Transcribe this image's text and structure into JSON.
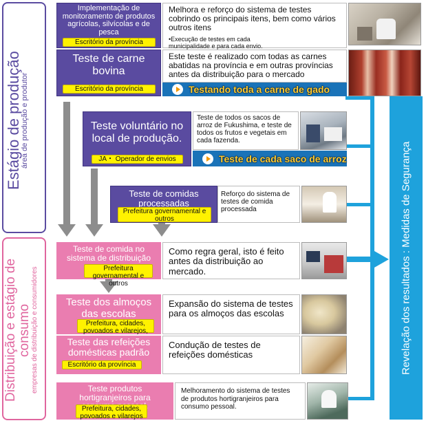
{
  "stages": {
    "production": {
      "title": "Estágio de produção",
      "subtitle": "área de produção e produtor"
    },
    "distribution": {
      "title": "Distribuição e estágio de consumo",
      "subtitle": "empresas de distribuição e consumidores"
    }
  },
  "results": {
    "label": "Revelação dos resultados : Medidas de Segurança"
  },
  "rows": [
    {
      "title": "Implementação de monitoramento de produtos agrícolas, silvícolas e de pesca",
      "tag": "Escritório da província",
      "desc": "Melhora e reforço do sistema de testes cobrindo os principais itens, bem como vários outros itens",
      "bullet": "•Execução de testes em cada municipalidade e para cada envio."
    },
    {
      "title": "Teste de carne bovina",
      "tag": "Escritório da província",
      "desc": "Este teste é realizado com todas as carnes abatidas na província e em outras províncias antes da distribuição para o mercado",
      "banner": "Testando toda a carne de gado"
    },
    {
      "title": "Teste voluntário no local de produção.",
      "tag": "JA・ Operador de envios",
      "desc": "Teste de todos os sacos de arroz de Fukushima, e teste de todos os frutos e vegetais em cada fazenda.",
      "banner": "Teste de cada saco de arroz"
    },
    {
      "title": "Teste de comidas processadas",
      "tag": "Prefeitura governamental e outros",
      "desc": "Reforço do sistema de testes de comida processada"
    },
    {
      "title": "Teste de comida no sistema de distribuição",
      "tag": "Prefeitura governamental e outros",
      "desc": "Como regra geral, isto é feito antes da distribuição ao mercado."
    },
    {
      "title": "Teste dos almoços das escolas",
      "tag": "Prefeitura, cidades, povoados e vilarejos, etc.",
      "desc": "Expansão do sistema de testes para os almoços das escolas"
    },
    {
      "title": "Teste das refeições domésticas padrão",
      "tag": "Escritório da província",
      "desc": "Condução de testes de refeições domésticas"
    },
    {
      "title": "Teste produtos hortigranjeiros para consumo pessoal.",
      "tag": "Prefeitura, cidades, povoados e vilarejos",
      "desc": "Melhoramento do sistema de testes de produtos hortigranjeiros para consumo pessoal."
    }
  ],
  "colors": {
    "production": "#5a4ba0",
    "distribution": "#ea7db0",
    "tag": "#fff200",
    "results": "#1ea2dc",
    "arrows": "#8d8d8d"
  }
}
